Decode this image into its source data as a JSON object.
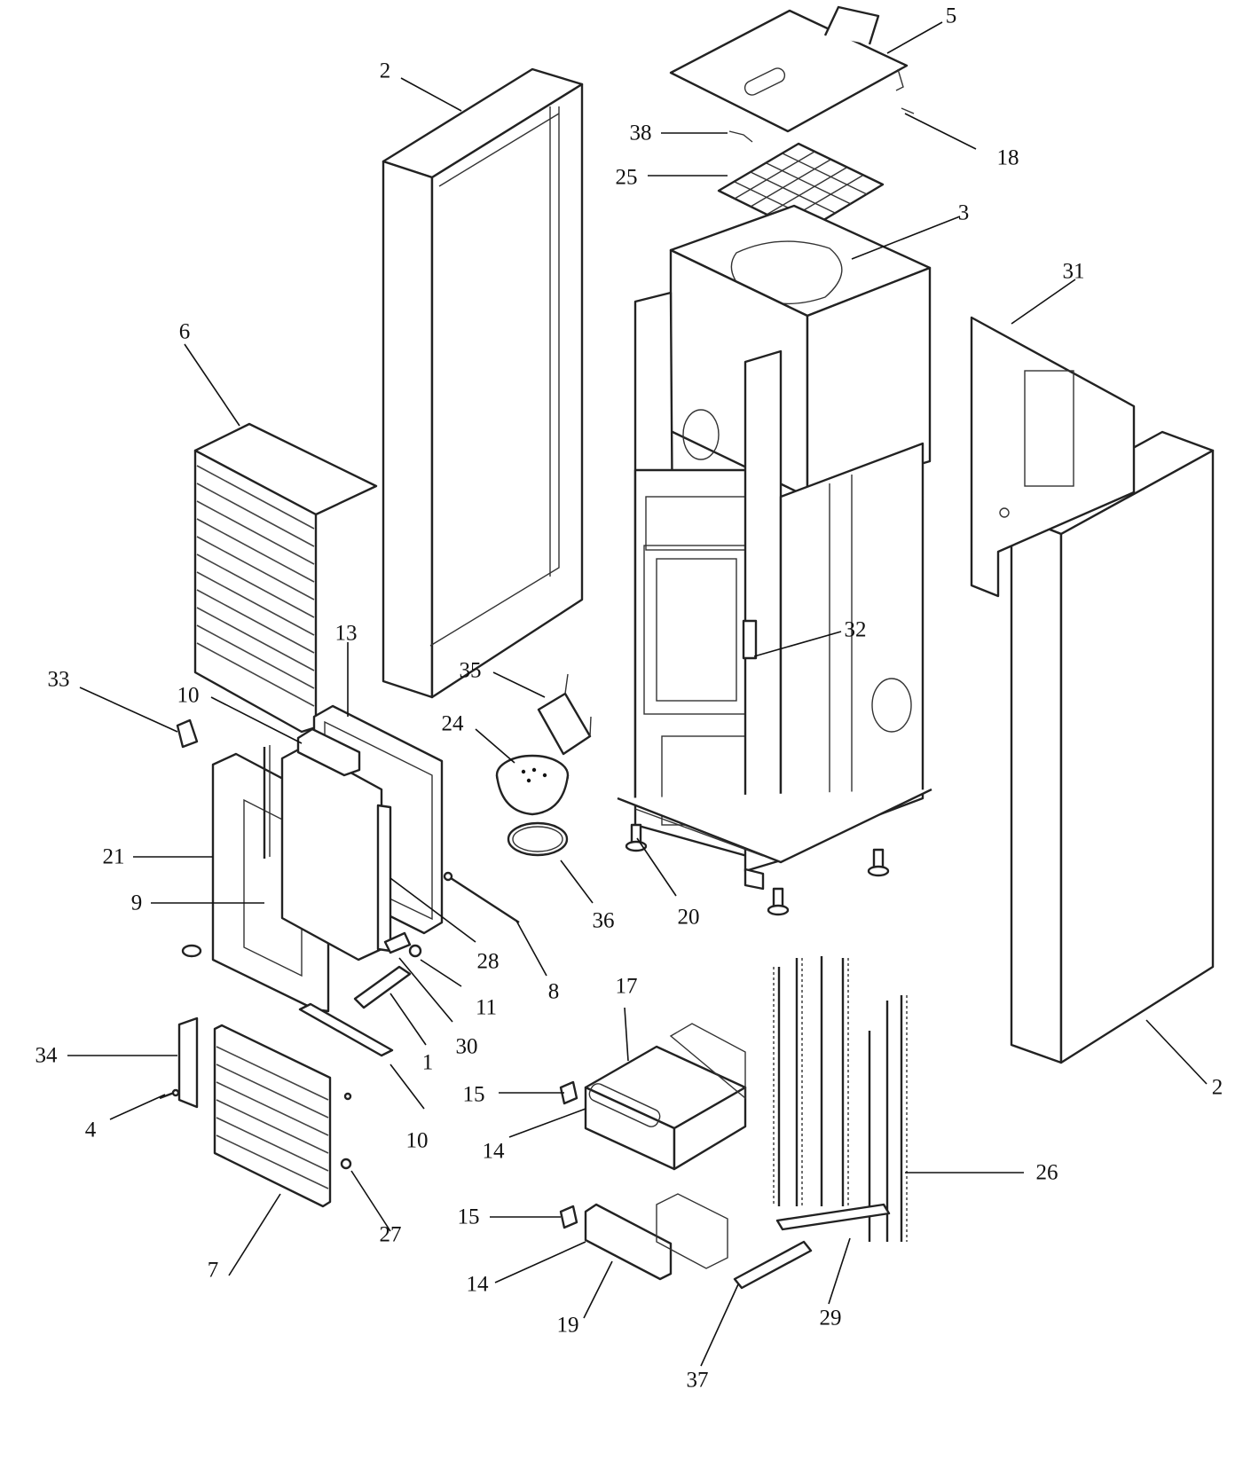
{
  "callouts": [
    {
      "id": "p2a",
      "label": "2"
    },
    {
      "id": "p5",
      "label": "5"
    },
    {
      "id": "p38",
      "label": "38"
    },
    {
      "id": "p18",
      "label": "18"
    },
    {
      "id": "p25",
      "label": "25"
    },
    {
      "id": "p3",
      "label": "3"
    },
    {
      "id": "p31",
      "label": "31"
    },
    {
      "id": "p6",
      "label": "6"
    },
    {
      "id": "p13",
      "label": "13"
    },
    {
      "id": "p32",
      "label": "32"
    },
    {
      "id": "p35",
      "label": "35"
    },
    {
      "id": "p33",
      "label": "33"
    },
    {
      "id": "p10a",
      "label": "10"
    },
    {
      "id": "p24",
      "label": "24"
    },
    {
      "id": "p21",
      "label": "21"
    },
    {
      "id": "p9",
      "label": "9"
    },
    {
      "id": "p28",
      "label": "28"
    },
    {
      "id": "p8",
      "label": "8"
    },
    {
      "id": "p36",
      "label": "36"
    },
    {
      "id": "p20",
      "label": "20"
    },
    {
      "id": "p11",
      "label": "11"
    },
    {
      "id": "p30",
      "label": "30"
    },
    {
      "id": "p1",
      "label": "1"
    },
    {
      "id": "p17",
      "label": "17"
    },
    {
      "id": "p34",
      "label": "34"
    },
    {
      "id": "p4",
      "label": "4"
    },
    {
      "id": "p10b",
      "label": "10"
    },
    {
      "id": "p15a",
      "label": "15"
    },
    {
      "id": "p14a",
      "label": "14"
    },
    {
      "id": "p2b",
      "label": "2"
    },
    {
      "id": "p26",
      "label": "26"
    },
    {
      "id": "p27",
      "label": "27"
    },
    {
      "id": "p7",
      "label": "7"
    },
    {
      "id": "p15b",
      "label": "15"
    },
    {
      "id": "p14b",
      "label": "14"
    },
    {
      "id": "p19",
      "label": "19"
    },
    {
      "id": "p29",
      "label": "29"
    },
    {
      "id": "p37",
      "label": "37"
    }
  ]
}
